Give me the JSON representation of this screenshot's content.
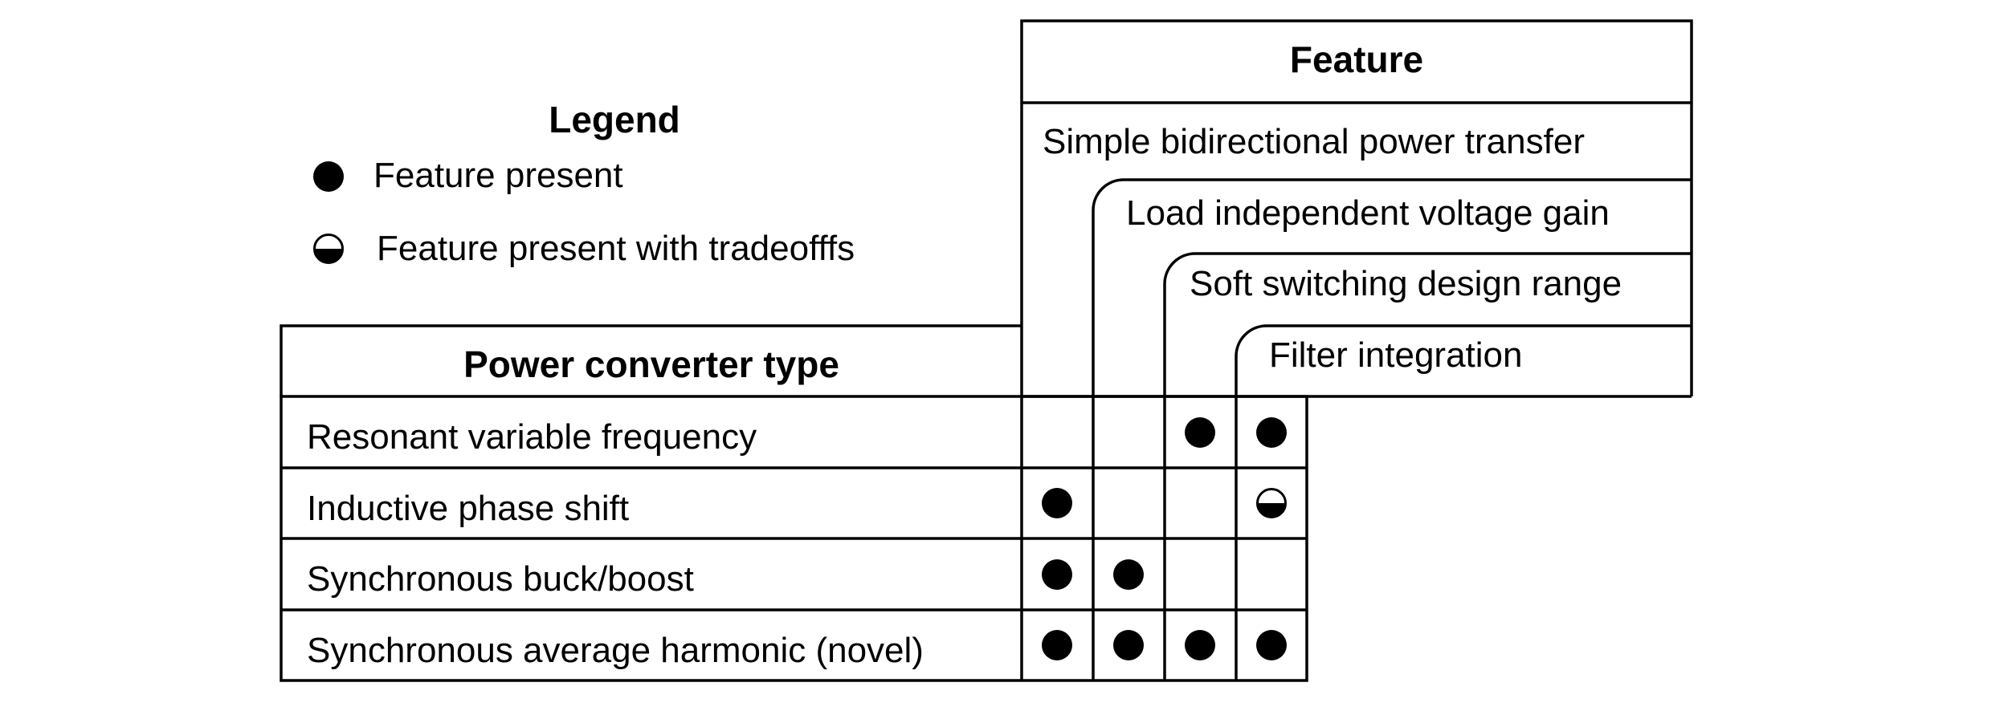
{
  "legend": {
    "title": "Legend",
    "items": [
      {
        "symbol": "filled-circle-icon",
        "label": "Feature present"
      },
      {
        "symbol": "half-filled-circle-icon",
        "label": "Feature present with tradeofffs"
      }
    ]
  },
  "feature_header": "Feature",
  "converter_header": "Power converter type",
  "features": [
    "Simple bidirectional power transfer",
    "Load independent voltage gain",
    "Soft switching design range",
    "Filter integration"
  ],
  "rows": [
    {
      "label": "Resonant variable frequency",
      "marks": [
        "none",
        "none",
        "full",
        "full"
      ]
    },
    {
      "label": "Inductive phase shift",
      "marks": [
        "full",
        "none",
        "none",
        "half"
      ]
    },
    {
      "label": "Synchronous buck/boost",
      "marks": [
        "full",
        "full",
        "none",
        "none"
      ]
    },
    {
      "label": "Synchronous average harmonic (novel)",
      "marks": [
        "full",
        "full",
        "full",
        "full"
      ]
    }
  ]
}
